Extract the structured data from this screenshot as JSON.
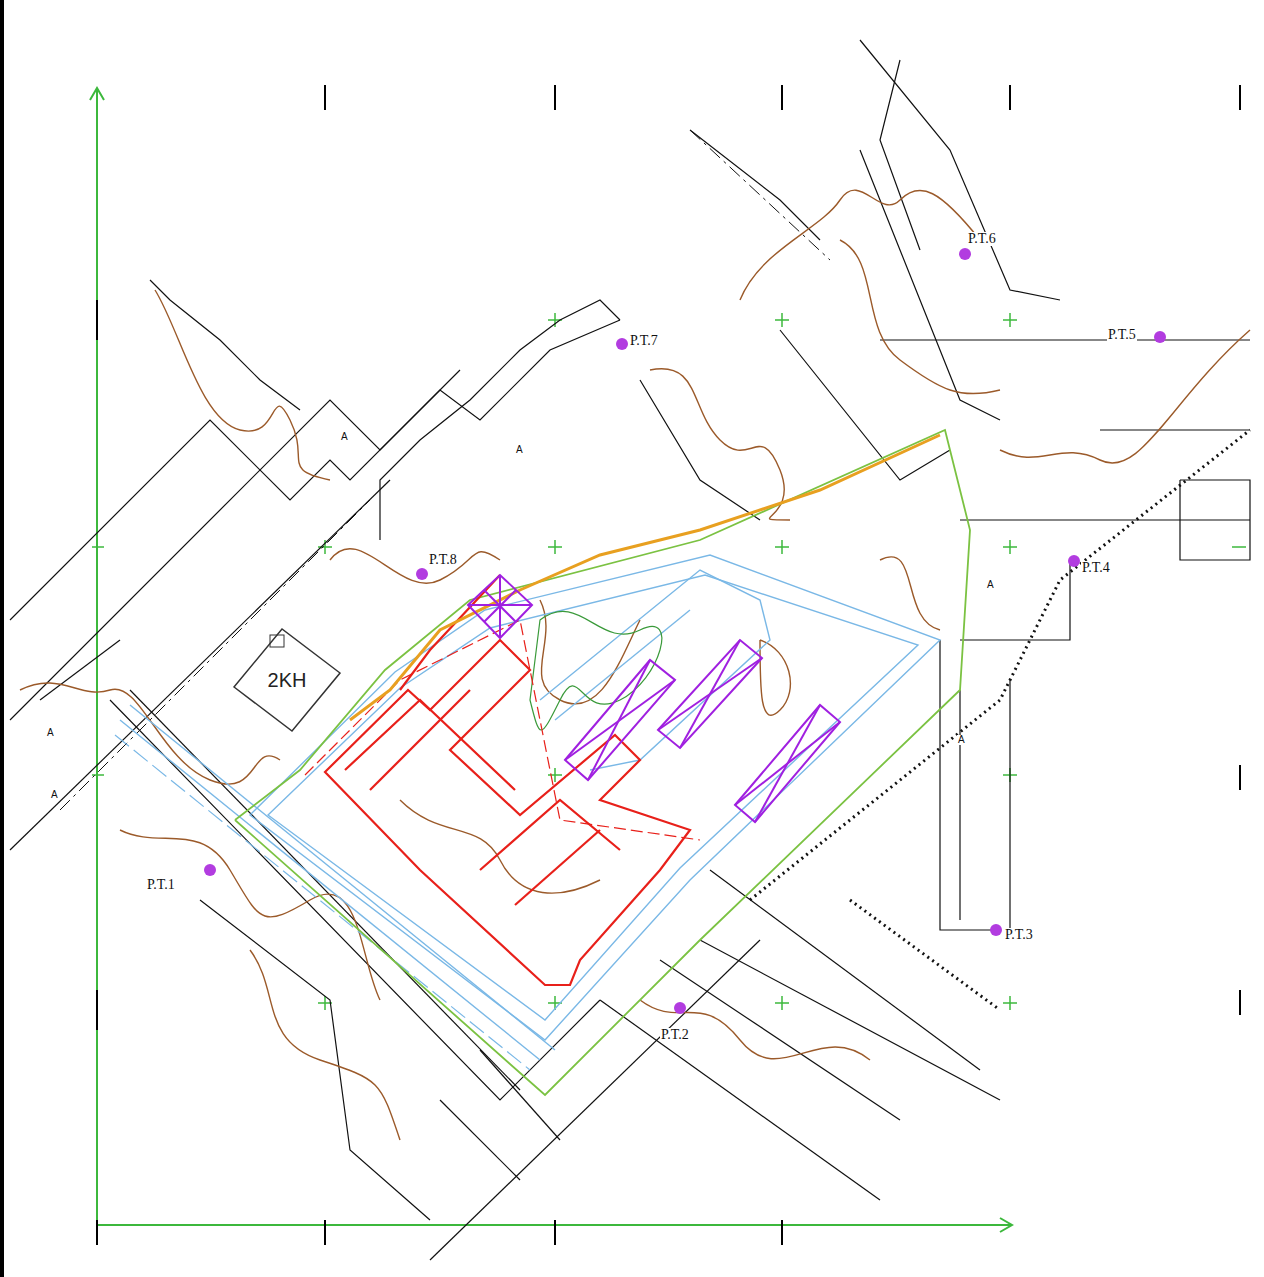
{
  "diagram": {
    "nodes": [
      {
        "text": [
          "2KH"
        ]
      }
    ],
    "labels": [
      "P.T.1",
      "P.T.2",
      "P.T.3",
      "P.T.4",
      "P.T.5",
      "P.T.6",
      "P.T.7",
      "P.T.8",
      "A",
      "A",
      "A",
      "A",
      "A",
      "A"
    ]
  }
}
